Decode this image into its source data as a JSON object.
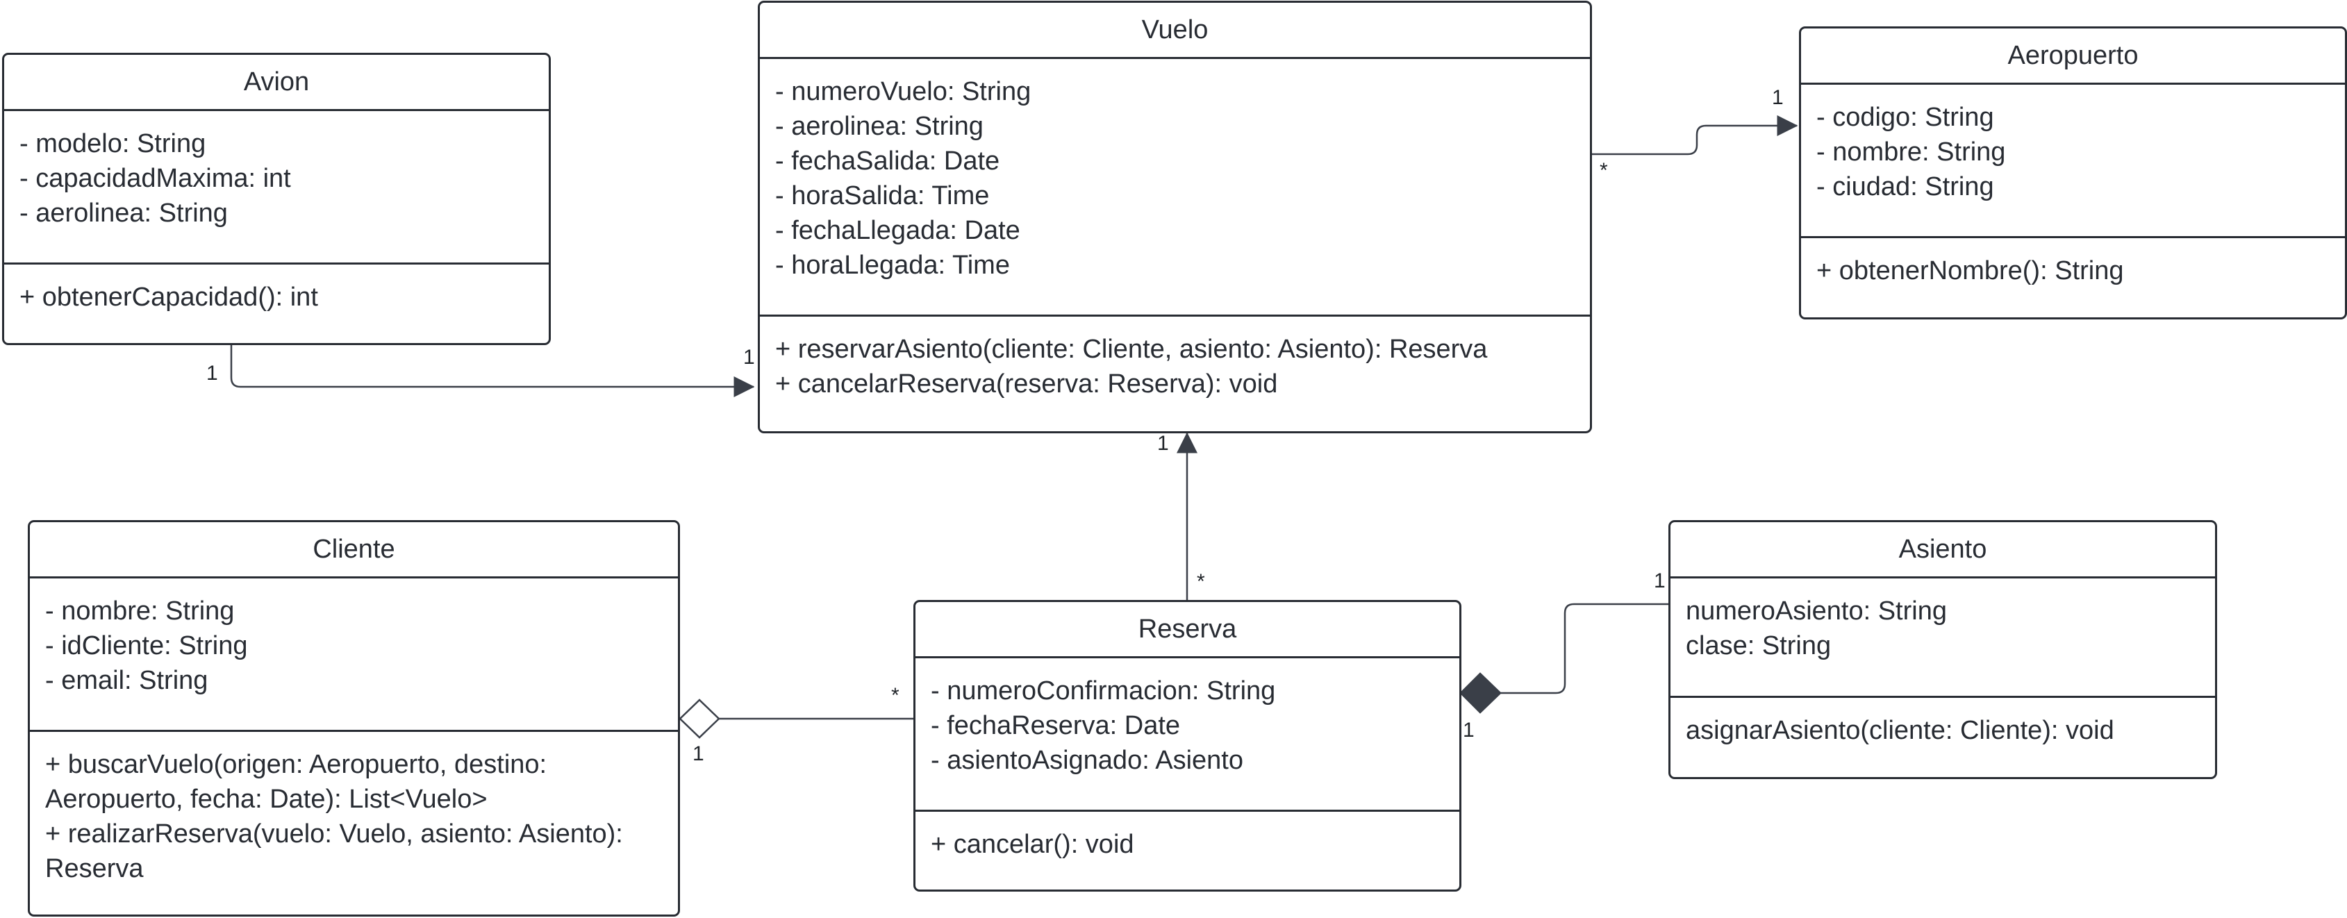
{
  "classes": {
    "avion": {
      "name": "Avion",
      "attributes": [
        "- modelo: String",
        "- capacidadMaxima: int",
        "- aerolinea: String"
      ],
      "methods": [
        "+ obtenerCapacidad(): int"
      ]
    },
    "vuelo": {
      "name": "Vuelo",
      "attributes": [
        "- numeroVuelo: String",
        "- aerolinea: String",
        "- fechaSalida: Date",
        "- horaSalida: Time",
        "- fechaLlegada: Date",
        "- horaLlegada: Time"
      ],
      "methods": [
        "+ reservarAsiento(cliente: Cliente, asiento: Asiento): Reserva",
        "+ cancelarReserva(reserva: Reserva): void"
      ]
    },
    "aeropuerto": {
      "name": "Aeropuerto",
      "attributes": [
        "- codigo: String",
        "- nombre: String",
        "- ciudad: String"
      ],
      "methods": [
        "+ obtenerNombre(): String"
      ]
    },
    "cliente": {
      "name": "Cliente",
      "attributes": [
        "- nombre: String",
        "- idCliente: String",
        "- email: String"
      ],
      "methods": [
        "+ buscarVuelo(origen: Aeropuerto, destino: Aeropuerto, fecha: Date): List<Vuelo>",
        "+ realizarReserva(vuelo: Vuelo, asiento: Asiento): Reserva"
      ]
    },
    "reserva": {
      "name": "Reserva",
      "attributes": [
        "- numeroConfirmacion: String",
        "- fechaReserva: Date",
        "- asientoAsignado: Asiento"
      ],
      "methods": [
        "+ cancelar(): void"
      ]
    },
    "asiento": {
      "name": "Asiento",
      "attributes": [
        "numeroAsiento: String",
        "clase: String"
      ],
      "methods": [
        "asignarAsiento(cliente: Cliente): void"
      ]
    }
  },
  "relationships": [
    {
      "from": "avion",
      "to": "vuelo",
      "type": "association",
      "from_multiplicity": "1",
      "to_multiplicity": "1"
    },
    {
      "from": "vuelo",
      "to": "aeropuerto",
      "type": "association",
      "from_multiplicity": "*",
      "to_multiplicity": "1"
    },
    {
      "from": "reserva",
      "to": "vuelo",
      "type": "association",
      "from_multiplicity": "*",
      "to_multiplicity": "1"
    },
    {
      "from": "cliente",
      "to": "reserva",
      "type": "aggregation",
      "from_multiplicity": "1",
      "to_multiplicity": "*"
    },
    {
      "from": "reserva",
      "to": "asiento",
      "type": "composition",
      "from_multiplicity": "1",
      "to_multiplicity": "1"
    }
  ],
  "colors": {
    "stroke": "#282c33",
    "text": "#282c33",
    "composition_fill": "#3a3f48",
    "background": "#ffffff"
  }
}
